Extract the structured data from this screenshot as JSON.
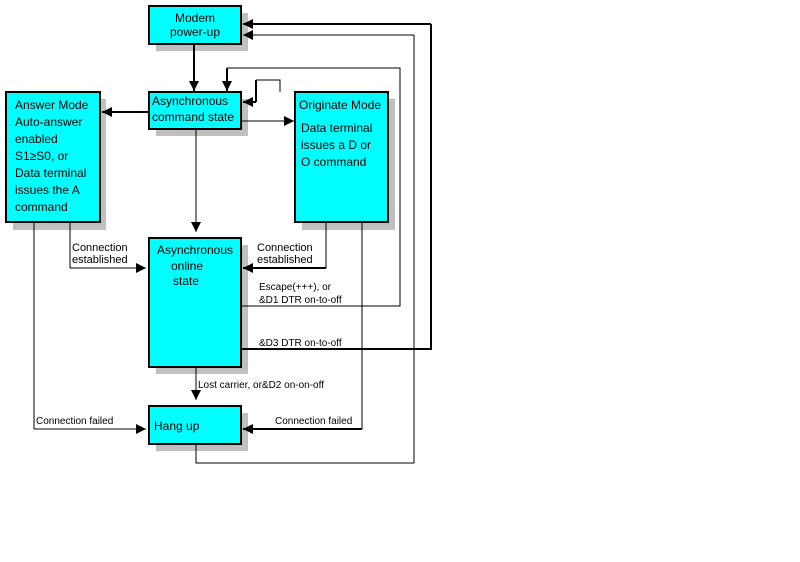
{
  "boxes": {
    "power_up": [
      "Modem",
      "power-up"
    ],
    "async_cmd": [
      "Asynchronous",
      "command state"
    ],
    "answer": [
      "Answer Mode",
      "Auto-answer",
      "enabled",
      "S1≥S0, or",
      "Data terminal",
      "issues the A",
      "command"
    ],
    "originate": [
      "Originate Mode",
      "Data terminal",
      "issues a D or",
      "O command"
    ],
    "online": [
      "Asynchronous",
      "online",
      "state"
    ],
    "hangup": [
      "Hang up"
    ]
  },
  "labels": {
    "conn_est_left": [
      "Connection",
      "established"
    ],
    "conn_est_right": [
      "Connection",
      "established"
    ],
    "escape": [
      "Escape(+++), or",
      "&D1 DTR on-to-off"
    ],
    "d3": "&D3 DTR on-to-off",
    "lost": "Lost carrier, or&D2 on-on-off",
    "fail_left": "Connection failed",
    "fail_right": "Connection failed"
  }
}
